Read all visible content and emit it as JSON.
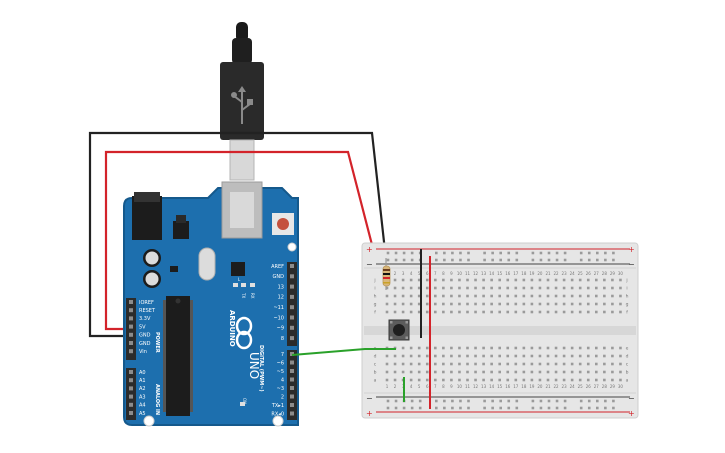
{
  "colors": {
    "board": "#1d6fae",
    "board_edge": "#15598c",
    "breadboard": "#e6e6e6",
    "breadboard_edge": "#cfcfcf",
    "wire_red": "#d3232a",
    "wire_black": "#222222",
    "wire_green": "#2aa12a",
    "header": "#2b2b2b",
    "chip": "#1c1c1c",
    "silk": "#ffffff"
  },
  "board": {
    "brand": "ARDUINO",
    "model": "UNO",
    "on_label": "ON",
    "tx_label": "TX",
    "rx_label": "RX",
    "l_label": "L",
    "power_label": "POWER",
    "analog_label": "ANALOG IN",
    "digital_label": "DIGITAL (PWM~)",
    "power_pins": [
      "IOREF",
      "RESET",
      "3.3V",
      "5V",
      "GND",
      "GND",
      "Vin"
    ],
    "analog_pins": [
      "A0",
      "A1",
      "A2",
      "A3",
      "A4",
      "A5"
    ],
    "digital_top_pins": [
      "AREF",
      "GND",
      "13",
      "12",
      "~11",
      "~10",
      "~9",
      "8"
    ],
    "digital_bottom_pins": [
      "7",
      "~6",
      "~5",
      "4",
      "~3",
      "2",
      "TX▸1",
      "RX◂0"
    ]
  },
  "breadboard": {
    "column_numbers": [
      "1",
      "2",
      "3",
      "4",
      "5",
      "6",
      "7",
      "8",
      "9",
      "10",
      "11",
      "12",
      "13",
      "14",
      "15",
      "16",
      "17",
      "18",
      "19",
      "20",
      "21",
      "22",
      "23",
      "24",
      "25",
      "26",
      "27",
      "28",
      "29",
      "30"
    ],
    "rows_top": [
      "j",
      "i",
      "h",
      "g",
      "f"
    ],
    "rows_bottom": [
      "e",
      "d",
      "c",
      "b",
      "a"
    ],
    "rail_plus": "+",
    "rail_minus": "−"
  },
  "icons": {
    "usb_cable": "usb-icon",
    "pushbutton": "pushbutton-icon",
    "resistor": "resistor-icon"
  }
}
